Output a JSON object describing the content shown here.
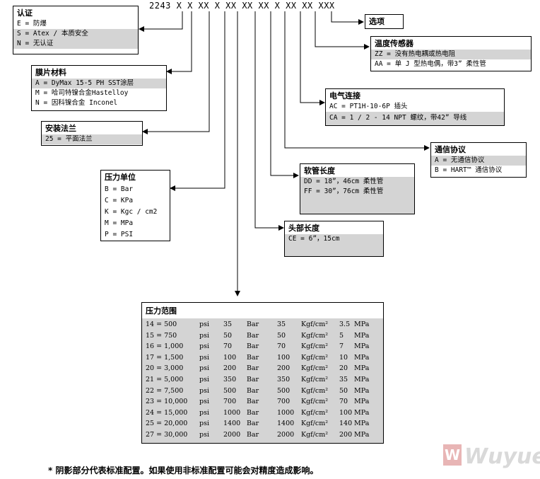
{
  "model_code": "2243 X X  XX X XX XX XX X XX XX XXX",
  "boxes": {
    "certification": {
      "title": "认证",
      "rows": [
        "E = 防爆",
        "S = Atex / 本质安全",
        "N = 无认证"
      ]
    },
    "diaphragm": {
      "title": "膜片材料",
      "rows": [
        "A = DyMax 15-5 PH SST涂层",
        "M = 哈司特镍合金Hastelloy",
        "N = 因科镍合金 Inconel"
      ]
    },
    "flange": {
      "title": "安装法兰",
      "rows": [
        "25 = 平面法兰"
      ]
    },
    "pressure_unit": {
      "title": "压力单位",
      "rows": [
        "B = Bar",
        "C = KPa",
        "K = Kgc / cm2",
        "M = MPa",
        "P = PSI"
      ]
    },
    "options": {
      "title": "选项"
    },
    "temp_sensor": {
      "title": "温度传感器",
      "rows": [
        "ZZ = 没有热电耦或热电阻",
        "AA = 单 J 型热电偶，带3” 柔性管"
      ]
    },
    "electrical": {
      "title": "电气连接",
      "rows": [
        "AC = PT1H-10-6P 插头",
        "CA = 1 / 2 - 14 NPT 螺纹，带42” 导线"
      ]
    },
    "comm": {
      "title": "通信协议",
      "rows": [
        "A = 无通信协议",
        "B = HART™ 通信协议"
      ]
    },
    "hose_length": {
      "title": "软管长度",
      "rows": [
        "DD = 18”，46cm 柔性管",
        "FF = 30”，76cm 柔性管"
      ]
    },
    "head_length": {
      "title": "头部长度",
      "rows": [
        "CE = 6”，15cm"
      ]
    },
    "pressure_range": {
      "title": "压力范围",
      "rows": [
        [
          "14 = 500",
          "psi",
          "35",
          "Bar",
          "35",
          "Kgf/cm²",
          "3.5",
          "MPa"
        ],
        [
          "15 = 750",
          "psi",
          "50",
          "Bar",
          "50",
          "Kgf/cm²",
          "5",
          "MPa"
        ],
        [
          "16 = 1,000",
          "psi",
          "70",
          "Bar",
          "70",
          "Kgf/cm²",
          "7",
          "MPa"
        ],
        [
          "17 = 1,500",
          "psi",
          "100",
          "Bar",
          "100",
          "Kgf/cm²",
          "10",
          "MPa"
        ],
        [
          "20 = 3,000",
          "psi",
          "200",
          "Bar",
          "200",
          "Kgf/cm²",
          "20",
          "MPa"
        ],
        [
          "21 = 5,000",
          "psi",
          "350",
          "Bar",
          "350",
          "Kgf/cm²",
          "35",
          "MPa"
        ],
        [
          "22 = 7,500",
          "psi",
          "500",
          "Bar",
          "500",
          "Kgf/cm²",
          "50",
          "MPa"
        ],
        [
          "23 = 10,000",
          "psi",
          "700",
          "Bar",
          "700",
          "Kgf/cm²",
          "70",
          "MPa"
        ],
        [
          "24 = 15,000",
          "psi",
          "1000",
          "Bar",
          "1000",
          "Kgf/cm²",
          "100",
          "MPa"
        ],
        [
          "25 = 20,000",
          "psi",
          "1400",
          "Bar",
          "1400",
          "Kgf/cm²",
          "140",
          "MPa"
        ],
        [
          "27 = 30,000",
          "psi",
          "2000",
          "Bar",
          "2000",
          "Kgf/cm²",
          "200",
          "MPa"
        ]
      ]
    }
  },
  "note": "* 阴影部分代表标准配置。如果使用非标准配置可能会对精度造成影响。",
  "watermark": {
    "mark": "W",
    "text": "Wuyue"
  },
  "colors": {
    "shade": "#d4d4d4",
    "line": "#000000"
  }
}
